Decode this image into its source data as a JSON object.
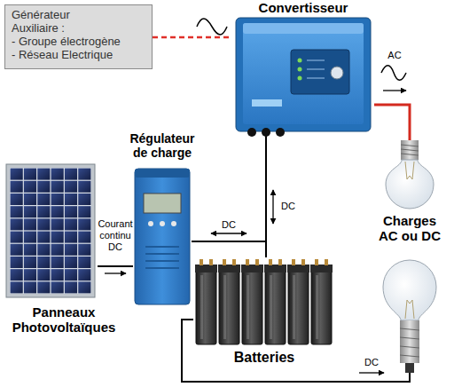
{
  "diagram": {
    "nodes": [
      {
        "text": [
          "Générateur Auxiliaire :",
          "- Groupe électrogène",
          "- Réseau Electrique"
        ]
      },
      {
        "text": [
          "Convertisseur"
        ]
      },
      {
        "text": [
          "Régulateur de charge"
        ]
      },
      {
        "text": [
          "Panneaux Photovoltaïques"
        ]
      },
      {
        "text": [
          "Charges AC ou DC"
        ]
      },
      {
        "text": [
          "Batteries"
        ]
      }
    ],
    "edges": [
      {
        "from": 0,
        "to": 1,
        "arrow": "none"
      },
      {
        "from": 3,
        "to": 2,
        "label": "Courant continu DC",
        "arrow": "to"
      },
      {
        "from": 2,
        "to": 5,
        "label": "DC",
        "arrow": "both"
      },
      {
        "from": 1,
        "to": 5,
        "label": "DC",
        "arrow": "both"
      },
      {
        "from": 1,
        "to": 4,
        "label": "AC",
        "arrow": "to"
      },
      {
        "from": 5,
        "to": 4,
        "label": "DC",
        "arrow": "to"
      }
    ]
  }
}
